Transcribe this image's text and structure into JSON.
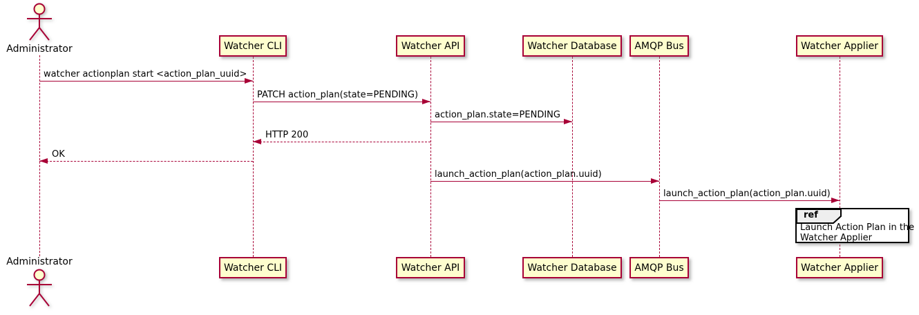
{
  "diagram": {
    "type": "sequence",
    "actor": {
      "label": "Administrator"
    },
    "participants": [
      {
        "label": "Watcher CLI"
      },
      {
        "label": "Watcher API"
      },
      {
        "label": "Watcher Database"
      },
      {
        "label": "AMQP Bus"
      },
      {
        "label": "Watcher Applier"
      }
    ],
    "messages": [
      {
        "label": "watcher actionplan start <action_plan_uuid>",
        "from": "Administrator",
        "to": "Watcher CLI",
        "line": "solid"
      },
      {
        "label": "PATCH action_plan(state=PENDING)",
        "from": "Watcher CLI",
        "to": "Watcher API",
        "line": "solid"
      },
      {
        "label": "action_plan.state=PENDING",
        "from": "Watcher API",
        "to": "Watcher Database",
        "line": "solid"
      },
      {
        "label": "HTTP 200",
        "from": "Watcher API",
        "to": "Watcher CLI",
        "line": "dashed"
      },
      {
        "label": "OK",
        "from": "Watcher CLI",
        "to": "Administrator",
        "line": "dashed"
      },
      {
        "label": "launch_action_plan(action_plan.uuid)",
        "from": "Watcher API",
        "to": "AMQP Bus",
        "line": "solid"
      },
      {
        "label": "launch_action_plan(action_plan.uuid)",
        "from": "AMQP Bus",
        "to": "Watcher Applier",
        "line": "solid"
      }
    ],
    "ref": {
      "keyword": "ref",
      "line1": "Launch Action Plan in the",
      "line2": "Watcher Applier",
      "over": "Watcher Applier"
    },
    "colors": {
      "participant_fill": "#FEFECE",
      "line": "#A80036",
      "text": "#000000",
      "ref_header_fill": "#EEEEEE",
      "ref_border": "#000000",
      "background": "#FFFFFF"
    }
  }
}
